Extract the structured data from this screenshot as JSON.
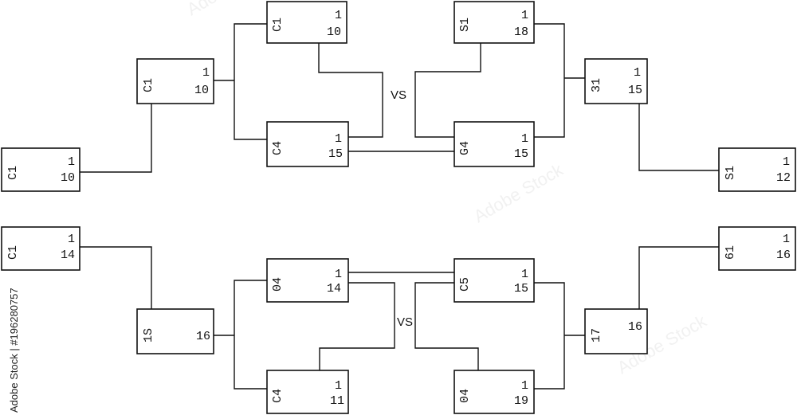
{
  "watermark": {
    "stock_id": "Adobe Stock | #196280757",
    "logo_text": "Adobe Stock"
  },
  "top": {
    "vs_label": "VS",
    "boxes": [
      {
        "id": "t1",
        "code": "C1",
        "top_num": "1",
        "num": "10"
      },
      {
        "id": "t2",
        "code": "S1",
        "top_num": "1",
        "num": "18"
      },
      {
        "id": "t3",
        "code": "C1",
        "top_num": "1",
        "num": "10"
      },
      {
        "id": "t4",
        "code": "31",
        "top_num": "1",
        "num": "15"
      },
      {
        "id": "t5",
        "code": "C4",
        "top_num": "1",
        "num": "15"
      },
      {
        "id": "t6",
        "code": "G4",
        "top_num": "1",
        "num": "15"
      },
      {
        "id": "t7",
        "code": "C1",
        "top_num": "1",
        "num": "10"
      },
      {
        "id": "t8",
        "code": "S1",
        "top_num": "1",
        "num": "12"
      }
    ]
  },
  "bottom": {
    "vs_label": "VS",
    "boxes": [
      {
        "id": "b1",
        "code": "C1",
        "top_num": "1",
        "num": "14"
      },
      {
        "id": "b2",
        "code": "61",
        "top_num": "1",
        "num": "16"
      },
      {
        "id": "b3",
        "code": "04",
        "top_num": "1",
        "num": "14"
      },
      {
        "id": "b4",
        "code": "C5",
        "top_num": "1",
        "num": "15"
      },
      {
        "id": "b5",
        "code": "1S",
        "top_num": "",
        "num": "16"
      },
      {
        "id": "b6",
        "code": "17",
        "top_num": "",
        "num": "16"
      },
      {
        "id": "b7",
        "code": "C4",
        "top_num": "1",
        "num": "11"
      },
      {
        "id": "b8",
        "code": "04",
        "top_num": "1",
        "num": "19"
      }
    ]
  }
}
